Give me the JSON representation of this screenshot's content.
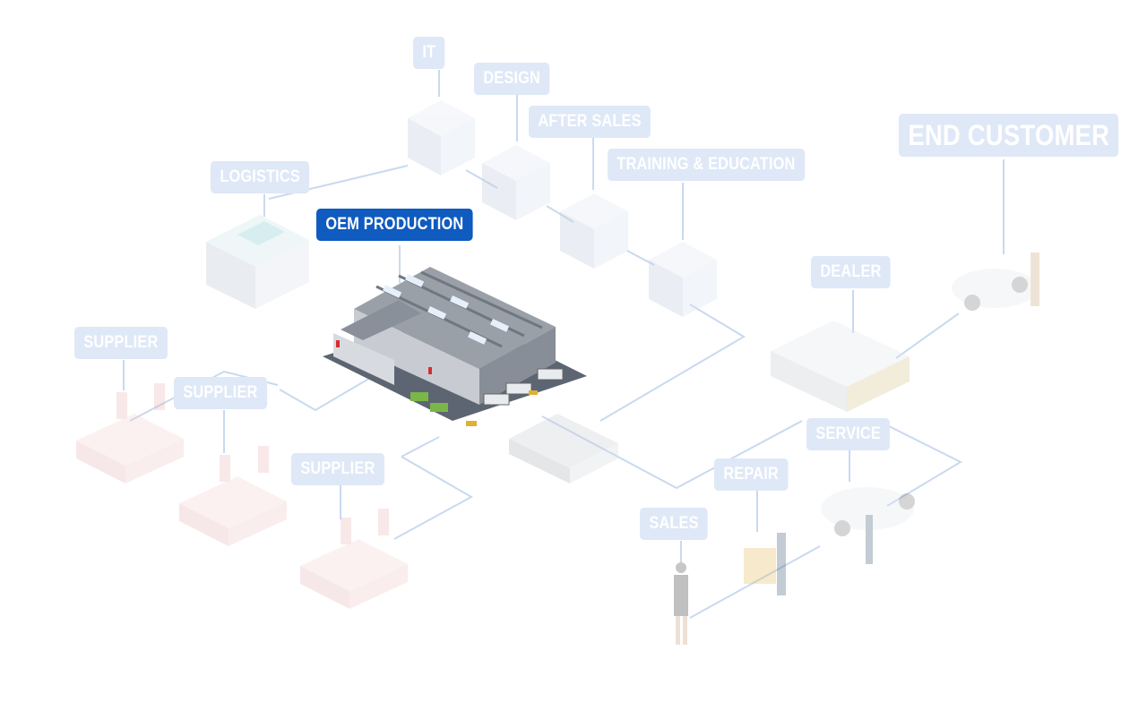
{
  "labels": {
    "it": "IT",
    "design": "DESIGN",
    "after_sales": "AFTER SALES",
    "training": "TRAINING & EDUCATION",
    "logistics": "LOGISTICS",
    "oem_production": "OEM PRODUCTION",
    "end_customer": "END CUSTOMER",
    "dealer": "DEALER",
    "supplier_1": "SUPPLIER",
    "supplier_2": "SUPPLIER",
    "supplier_3": "SUPPLIER",
    "service": "SERVICE",
    "repair": "REPAIR",
    "sales": "SALES"
  },
  "colors": {
    "active_label": "#0f5bbf",
    "faded_label": "#dfe8f7",
    "connector": "#c9d9f1"
  }
}
